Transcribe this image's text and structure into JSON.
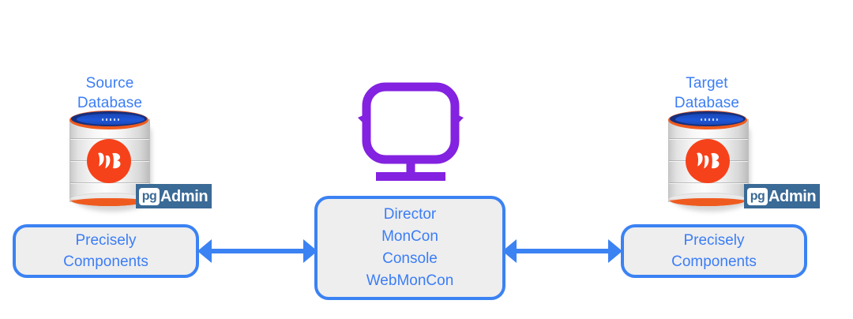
{
  "diagram": {
    "title": "Database replication architecture diagram",
    "background_color": "#ffffff",
    "accent_blue": "#3b82f3",
    "text_blue": "#3b7df6",
    "box_fill": "#eeeeee",
    "monitor_purple": "#8322e0",
    "edb_orange": "#f6421a",
    "pgadmin_blue": "#3a6a96",
    "cylinder_rim_orange": "#ef5b1f",
    "cylinder_top_blue": "#1f57d8"
  },
  "source": {
    "label_line1": "Source",
    "label_line2": "Database",
    "logo_name": "edb-logo",
    "badge": {
      "prefix": "pg",
      "suffix": "Admin"
    },
    "component_box": {
      "line1": "Precisely",
      "line2": "Components"
    }
  },
  "target": {
    "label_line1": "Target",
    "label_line2": "Database",
    "logo_name": "edb-logo",
    "badge": {
      "prefix": "pg",
      "suffix": "Admin"
    },
    "component_box": {
      "line1": "Precisely",
      "line2": "Components"
    }
  },
  "center": {
    "monitor_icon": "monitor-icon",
    "box": {
      "line1": "Director",
      "line2": "MonCon",
      "line3": "Console",
      "line4": "WebMonCon"
    }
  },
  "connections": {
    "left_arrow": "bidirectional-arrow-left",
    "right_arrow": "bidirectional-arrow-right"
  }
}
